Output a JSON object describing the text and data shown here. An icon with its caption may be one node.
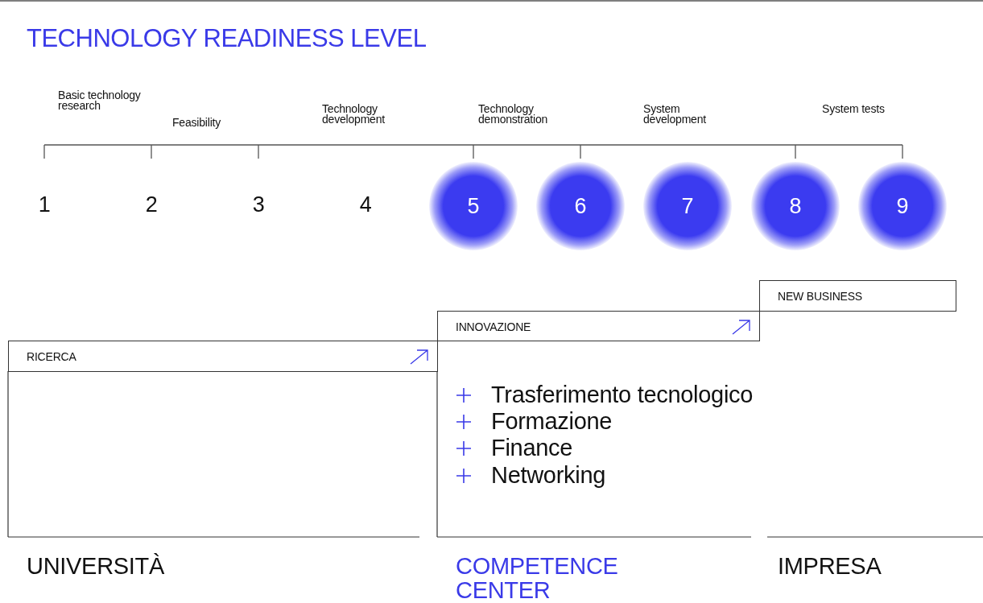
{
  "diagram": {
    "title": "TECHNOLOGY READINESS LEVEL",
    "nodes": [
      {
        "text": [
          "RICERCA"
        ]
      },
      {
        "text": [
          "INNOVAZIONE"
        ]
      },
      {
        "text": [
          "NEW BUSINESS"
        ]
      },
      {
        "text": [
          "5"
        ]
      },
      {
        "text": [
          "6"
        ]
      },
      {
        "text": [
          "7"
        ]
      },
      {
        "text": [
          "8"
        ]
      },
      {
        "text": [
          "9"
        ]
      }
    ],
    "labels": [
      "Basic technology research",
      "Feasibility",
      "Technology development",
      "Technology demonstration",
      "System development",
      "System tests",
      "1",
      "2",
      "3",
      "4",
      "Trasferimento tecnologico",
      "Formazione",
      "Finance",
      "Networking",
      "UNIVERSITÀ",
      "COMPETENCE CENTER",
      "IMPRESA"
    ]
  }
}
